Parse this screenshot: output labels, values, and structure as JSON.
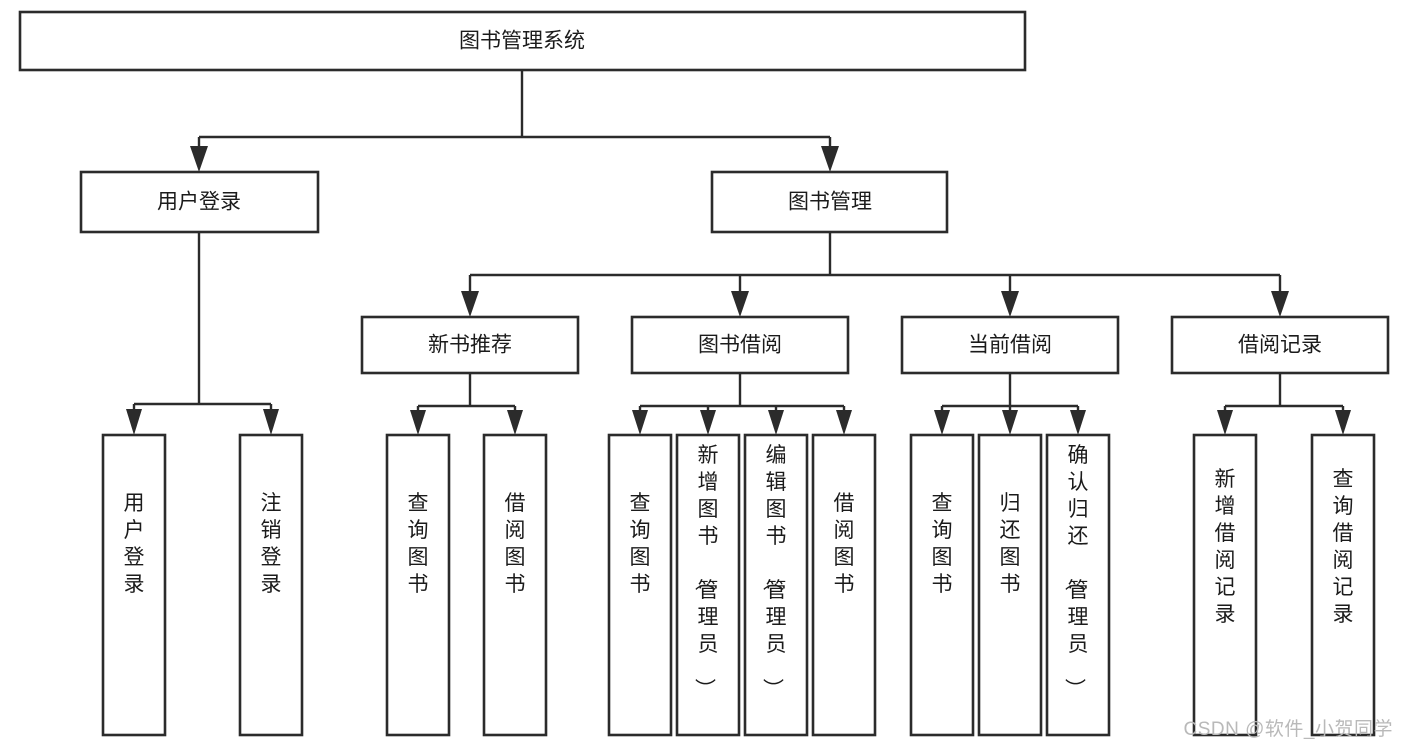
{
  "diagram": {
    "title": "图书管理系统",
    "type": "tree-hierarchy-diagram",
    "background_color": "#ffffff",
    "line_color": "#2b2b2b",
    "text_color": "#1b1b1b",
    "root": {
      "label": "图书管理系统"
    },
    "level2": [
      {
        "label": "用户登录"
      },
      {
        "label": "图书管理"
      }
    ],
    "level3": [
      {
        "label": "新书推荐"
      },
      {
        "label": "图书借阅"
      },
      {
        "label": "当前借阅"
      },
      {
        "label": "借阅记录"
      }
    ],
    "leaves": {
      "user_login": [
        {
          "label": "用户登录"
        },
        {
          "label": "注销登录"
        }
      ],
      "new_book_recommend": [
        {
          "label": "查询图书"
        },
        {
          "label": "借阅图书"
        }
      ],
      "book_borrow": [
        {
          "label": "查询图书"
        },
        {
          "label": "新增图书（管理员）"
        },
        {
          "label": "编辑图书（管理员）"
        },
        {
          "label": "借阅图书"
        }
      ],
      "current_borrow": [
        {
          "label": "查询图书"
        },
        {
          "label": "归还图书"
        },
        {
          "label": "确认归还（管理员）"
        }
      ],
      "borrow_record": [
        {
          "label": "新增借阅记录"
        },
        {
          "label": "查询借阅记录"
        }
      ]
    }
  },
  "watermark": {
    "text": "CSDN @软件_小贺同学"
  }
}
